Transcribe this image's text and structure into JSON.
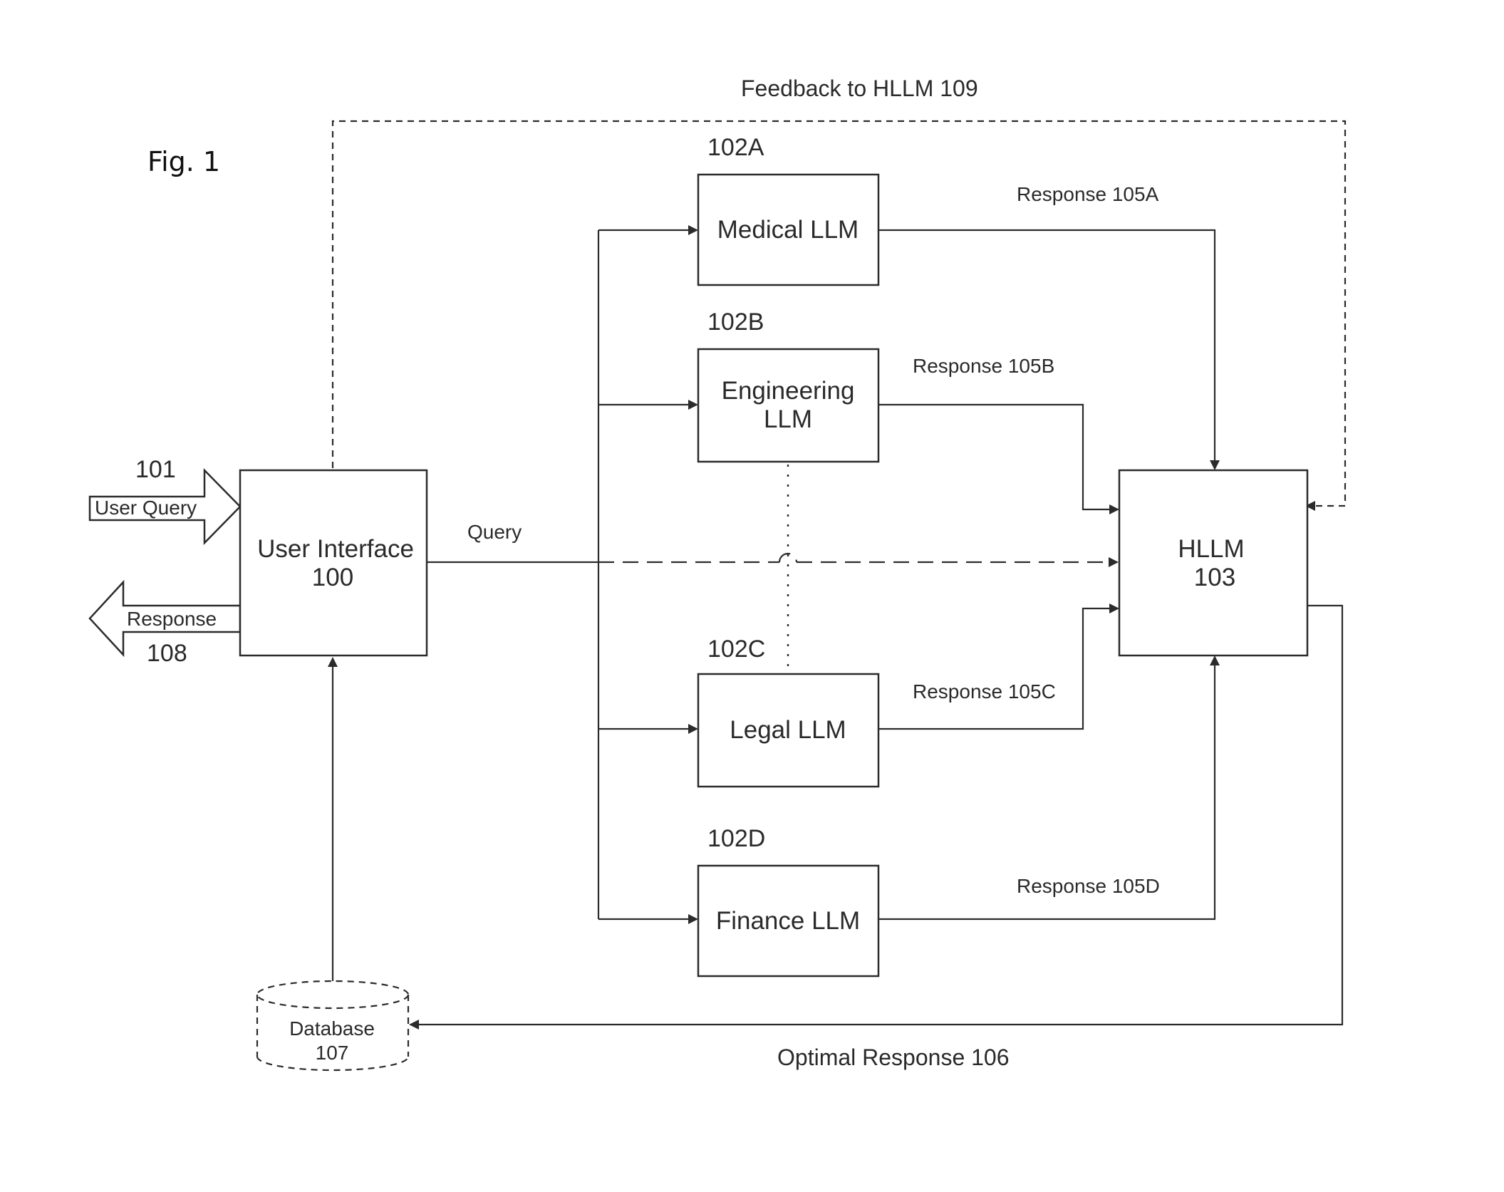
{
  "figure": {
    "label": "Fig. 1"
  },
  "nodes": {
    "user_interface": {
      "line1": "User Interface",
      "line2": "100"
    },
    "medical": {
      "ref": "102A",
      "line1": "Medical LLM"
    },
    "engineering": {
      "ref": "102B",
      "line1": "Engineering",
      "line2": "LLM"
    },
    "legal": {
      "ref": "102C",
      "line1": "Legal LLM"
    },
    "finance": {
      "ref": "102D",
      "line1": "Finance LLM"
    },
    "hllm": {
      "line1": "HLLM",
      "line2": "103"
    },
    "database": {
      "line1": "Database",
      "line2": "107"
    }
  },
  "io": {
    "user_query": {
      "ref": "101",
      "label": "User Query"
    },
    "response": {
      "ref": "108",
      "label": "Response"
    }
  },
  "edges": {
    "query": "Query",
    "response_a": "Response 105A",
    "response_b": "Response 105B",
    "response_c": "Response 105C",
    "response_d": "Response 105D",
    "feedback": "Feedback to HLLM 109",
    "optimal": "Optimal Response 106"
  }
}
